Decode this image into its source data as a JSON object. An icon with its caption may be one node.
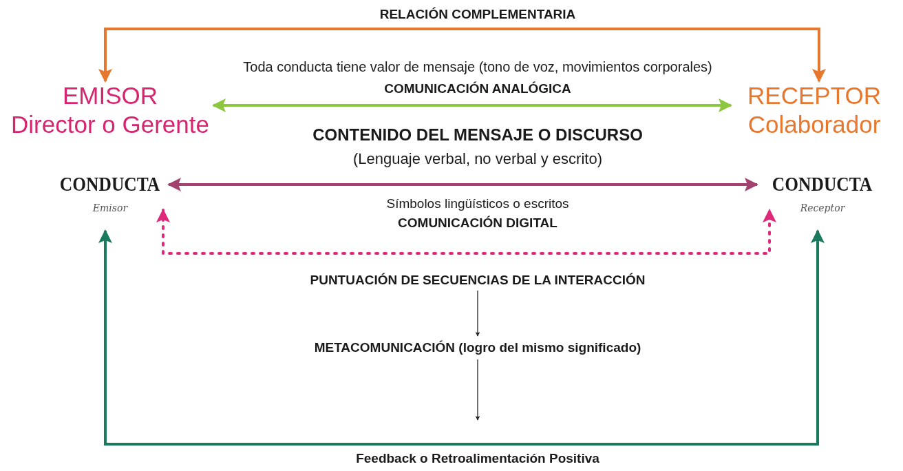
{
  "diagram": {
    "nodes": [
      {
        "text": [
          "EMISOR",
          "Director o Gerente"
        ]
      },
      {
        "text": [
          "RECEPTOR",
          "Colaborador"
        ]
      },
      {
        "text": [
          "CONDUCTA",
          "Emisor"
        ]
      },
      {
        "text": [
          "CONDUCTA",
          "Receptor"
        ]
      },
      {
        "text": [
          "PUNTUACIÓN DE SECUENCIAS DE LA INTERACCIÓN"
        ]
      },
      {
        "text": [
          "METACOMUNICACIÓN (logro del mismo significado)"
        ]
      }
    ],
    "edges": [
      {
        "from": 0,
        "to": 1,
        "arrow": "both",
        "label": "RELACIÓN COMPLEMENTARIA",
        "color": "#e8772e"
      },
      {
        "from": 0,
        "to": 1,
        "arrow": "both",
        "label": "COMUNICACIÓN ANALÓGICA",
        "color": "#8dc63f"
      },
      {
        "from": 2,
        "to": 3,
        "arrow": "both",
        "label": "COMUNICACIÓN DIGITAL",
        "color": "#a3426f"
      },
      {
        "from": 2,
        "to": 3,
        "arrow": "both",
        "color": "#e0287a",
        "style": "dashed"
      },
      {
        "from": 2,
        "to": 3,
        "arrow": "both",
        "label": "Feedback o Retroalimentación Positiva",
        "color": "#1a7a5e"
      },
      {
        "from": 4,
        "to": 5,
        "arrow": "to"
      },
      {
        "from": 5,
        "to": null,
        "arrow": "to"
      }
    ],
    "labels": [
      "Toda conducta tiene valor de mensaje (tono de voz, movimientos corporales)",
      "CONTENIDO DEL MENSAJE O DISCURSO",
      "(Lenguaje verbal, no verbal y escrito)",
      "Símbolos lingüísticos o escritos"
    ]
  }
}
